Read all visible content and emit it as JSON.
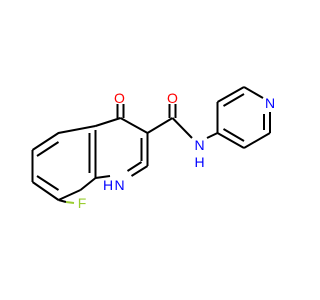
{
  "colors": {
    "bond": "#000000",
    "oxygen": "#ff0000",
    "nitrogen": "#0000ff",
    "fluorine": "#9acd32"
  },
  "atoms": {
    "o_carbonyl_ring": {
      "text": "O",
      "element": "oxygen"
    },
    "o_amide": {
      "text": "O",
      "element": "oxygen"
    },
    "n_amide": {
      "text": "N",
      "element": "nitrogen"
    },
    "h_amide": {
      "text": "H",
      "element": "nitrogen"
    },
    "n_pyridine": {
      "text": "N",
      "element": "nitrogen"
    },
    "n_ring_h": {
      "text": "H",
      "element": "nitrogen"
    },
    "n_ring": {
      "text": "N",
      "element": "nitrogen"
    },
    "fluorine": {
      "text": "F",
      "element": "fluorine"
    }
  }
}
